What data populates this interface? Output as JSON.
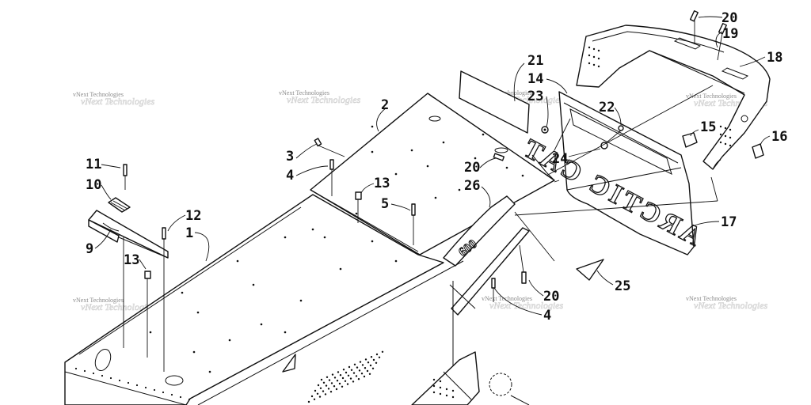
{
  "diagram": {
    "callouts": [
      {
        "id": "c20a",
        "label": "20"
      },
      {
        "id": "c19",
        "label": "19"
      },
      {
        "id": "c18",
        "label": "18"
      },
      {
        "id": "c21",
        "label": "21"
      },
      {
        "id": "c14",
        "label": "14"
      },
      {
        "id": "c23",
        "label": "23"
      },
      {
        "id": "c22",
        "label": "22"
      },
      {
        "id": "c2",
        "label": "2"
      },
      {
        "id": "c15",
        "label": "15"
      },
      {
        "id": "c16",
        "label": "16"
      },
      {
        "id": "c3",
        "label": "3"
      },
      {
        "id": "c4a",
        "label": "4"
      },
      {
        "id": "c20b",
        "label": "20"
      },
      {
        "id": "c24",
        "label": "24"
      },
      {
        "id": "c26",
        "label": "26"
      },
      {
        "id": "c11",
        "label": "11"
      },
      {
        "id": "c13a",
        "label": "13"
      },
      {
        "id": "c10",
        "label": "10"
      },
      {
        "id": "c5",
        "label": "5"
      },
      {
        "id": "c12",
        "label": "12"
      },
      {
        "id": "c1",
        "label": "1"
      },
      {
        "id": "c17",
        "label": "17"
      },
      {
        "id": "c9",
        "label": "9"
      },
      {
        "id": "c13b",
        "label": "13"
      },
      {
        "id": "c25",
        "label": "25"
      },
      {
        "id": "c20c",
        "label": "20"
      },
      {
        "id": "c4b",
        "label": "4"
      }
    ],
    "watermark_text": "vNext Technologies",
    "plate_text": "ARCTIC CAT"
  }
}
